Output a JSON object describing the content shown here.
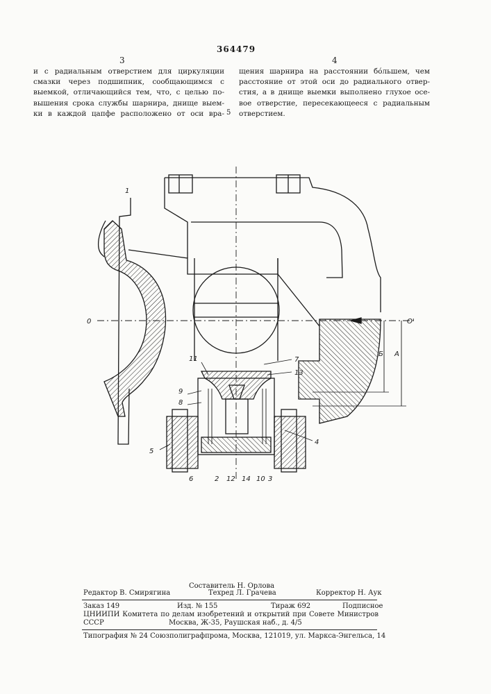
{
  "patent_number": "364479",
  "column_left_number": "3",
  "column_right_number": "4",
  "margin_marker": "5",
  "left_column_lines": [
    "и с радиальным отверстием для циркуляции",
    "смазки через подшипник, сообщающимся с",
    "выемкой, отличающийся тем, что, с целью по-",
    "вышения срока службы шарнира, днище выем-",
    "ки в каждой цапфе расположено от оси вра-"
  ],
  "right_column_lines": [
    "щения шарнира на расстоянии бо́льшем, чем",
    "расстояние от этой оси до радиального отвер-",
    "стия, а в днище выемки выполнено глухое осе-",
    "вое отверстие, пересекающееся с радиальным",
    "отверстием."
  ],
  "figure_labels": {
    "part_1": "1",
    "axis_o_left": "0",
    "axis_o_right": "O'",
    "dim_b": "Б",
    "dim_a": "А",
    "part_11": "11",
    "part_7": "7",
    "part_13": "13",
    "part_9": "9",
    "part_8": "8",
    "part_4": "4",
    "part_5": "5",
    "part_6": "6",
    "part_2": "2",
    "part_12": "12",
    "part_14": "14",
    "part_10": "10",
    "part_3": "3"
  },
  "footer": {
    "compiler": "Составитель Н. Орлова",
    "editor": "Редактор В. Смирягина",
    "techred": "Техред Л. Грачева",
    "corrector": "Корректор Н. Аук",
    "order": "Заказ 149",
    "edition": "Изд. № 155",
    "print_run": "Тираж 692",
    "subscription": "Подписное",
    "institute_line1": "ЦНИИПИ Комитета по делам изобретений и открытий при Совете Министров СССР",
    "institute_line2": "Москва, Ж-35, Раушская наб., д. 4/5",
    "printer": "Типография № 24 Союзполиграфпрома, Москва, 121019, ул. Маркса-Энгельса, 14"
  }
}
